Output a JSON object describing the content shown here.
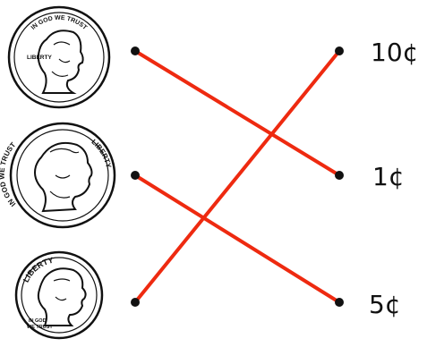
{
  "coins": [
    {
      "id": "penny",
      "motto": "IN GOD WE TRUST",
      "word": "LIBERTY"
    },
    {
      "id": "nickel",
      "motto": "IN GOD WE TRUST",
      "word": "LIBERTY"
    },
    {
      "id": "dime",
      "motto_line1": "IN GOD",
      "motto_line2": "WE TRUST",
      "word": "LIBERTY"
    }
  ],
  "values": [
    {
      "label": "10¢"
    },
    {
      "label": "1¢"
    },
    {
      "label": "5¢"
    }
  ],
  "connections": [
    {
      "from": "penny",
      "to": "1¢"
    },
    {
      "from": "nickel",
      "to": "5¢"
    },
    {
      "from": "dime",
      "to": "10¢"
    }
  ],
  "colors": {
    "line": "#ee2a10",
    "dot": "#111111",
    "coin_stroke": "#111111"
  }
}
